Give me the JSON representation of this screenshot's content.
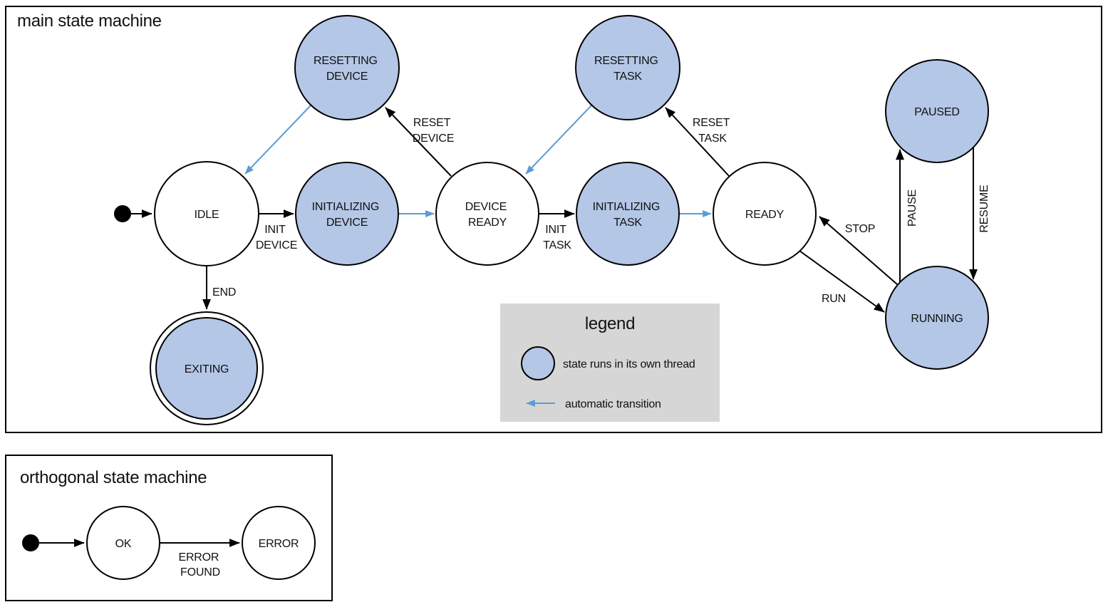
{
  "colors": {
    "threaded_fill": "#b4c7e7",
    "auto_transition": "#5b9bd5",
    "legend_bg": "#d6d6d6"
  },
  "main_machine": {
    "title": "main state machine",
    "states": {
      "idle": {
        "lines": [
          "IDLE"
        ],
        "threaded": false
      },
      "resetting_device": {
        "lines": [
          "RESETTING",
          "DEVICE"
        ],
        "threaded": true
      },
      "initializing_device": {
        "lines": [
          "INITIALIZING",
          "DEVICE"
        ],
        "threaded": true
      },
      "device_ready": {
        "lines": [
          "DEVICE",
          "READY"
        ],
        "threaded": false
      },
      "resetting_task": {
        "lines": [
          "RESETTING",
          "TASK"
        ],
        "threaded": true
      },
      "initializing_task": {
        "lines": [
          "INITIALIZING",
          "TASK"
        ],
        "threaded": true
      },
      "ready": {
        "lines": [
          "READY"
        ],
        "threaded": false
      },
      "paused": {
        "lines": [
          "PAUSED"
        ],
        "threaded": true
      },
      "running": {
        "lines": [
          "RUNNING"
        ],
        "threaded": true
      },
      "exiting": {
        "lines": [
          "EXITING"
        ],
        "threaded": true,
        "final": true
      }
    },
    "transitions": {
      "init_device": {
        "lines": [
          "INIT",
          "DEVICE"
        ]
      },
      "reset_device": {
        "lines": [
          "RESET",
          "DEVICE"
        ]
      },
      "init_task": {
        "lines": [
          "INIT",
          "TASK"
        ]
      },
      "reset_task": {
        "lines": [
          "RESET",
          "TASK"
        ]
      },
      "stop": {
        "lines": [
          "STOP"
        ]
      },
      "run": {
        "lines": [
          "RUN"
        ]
      },
      "pause": {
        "lines": [
          "PAUSE"
        ]
      },
      "resume": {
        "lines": [
          "RESUME"
        ]
      },
      "end": {
        "lines": [
          "END"
        ]
      }
    }
  },
  "legend": {
    "title": "legend",
    "items": [
      {
        "label": "state runs in its own thread"
      },
      {
        "label": "automatic transition"
      }
    ]
  },
  "orthogonal_machine": {
    "title": "orthogonal state machine",
    "states": {
      "ok": {
        "lines": [
          "OK"
        ]
      },
      "error": {
        "lines": [
          "ERROR"
        ]
      }
    },
    "transitions": {
      "error_found": {
        "lines": [
          "ERROR",
          "FOUND"
        ]
      }
    }
  }
}
